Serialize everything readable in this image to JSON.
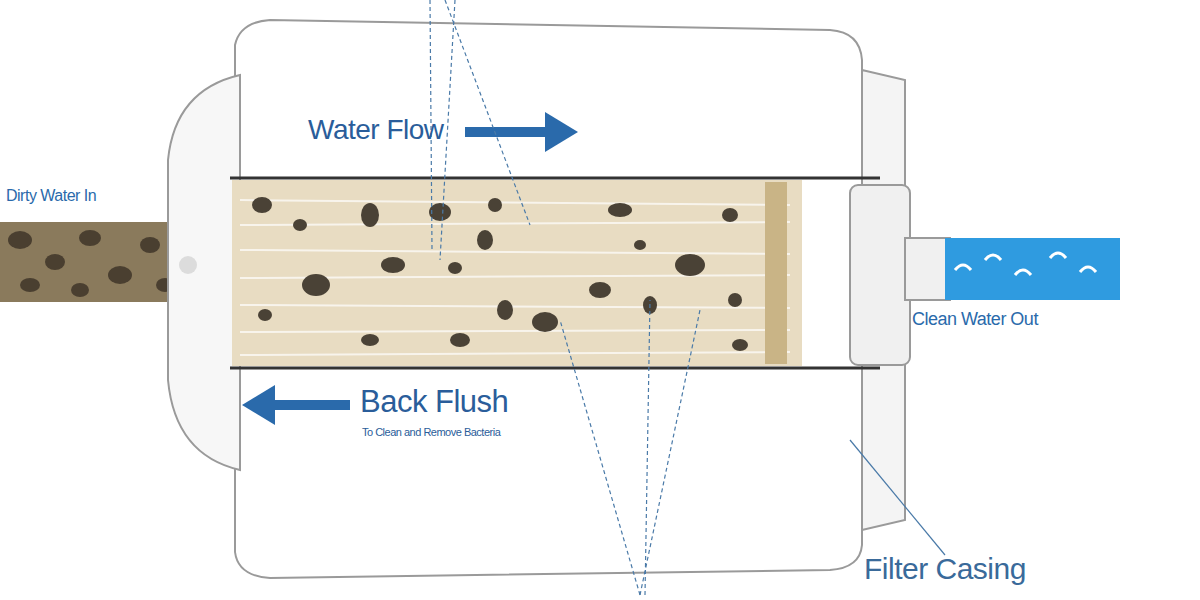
{
  "diagram": {
    "labels": [
      "Water Flow",
      "Dirty Water In",
      "Back Flush",
      "To Clean and Remove Bacteria",
      "Clean Water Out",
      "Filter Casing"
    ]
  }
}
